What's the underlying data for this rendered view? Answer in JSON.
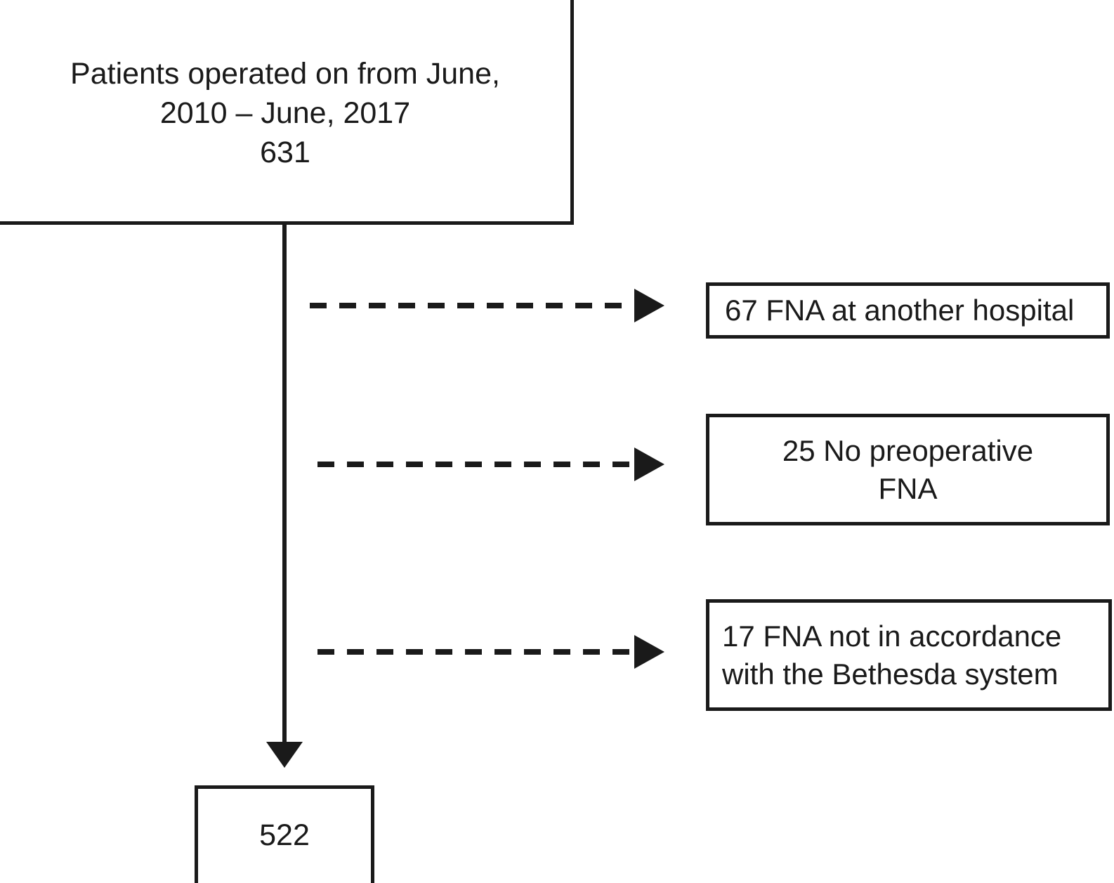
{
  "diagram": {
    "type": "patient-flow-consort",
    "title_text": "Patients operated on from June, 2010 – June, 2017",
    "source_box": {
      "name": "source-cohort",
      "text": "Patients operated on from June,\n2010 – June, 2017\n631",
      "count": 631,
      "period_start": "June, 2010",
      "period_end": "June, 2017"
    },
    "exclusions": [
      {
        "name": "fna-another-hospital",
        "text": "67 FNA at another hospital",
        "count": 67,
        "reason": "FNA at another hospital",
        "align": "left"
      },
      {
        "name": "no-preoperative-fna",
        "text": "25 No preoperative\nFNA",
        "count": 25,
        "reason": "No preoperative FNA",
        "align": "center"
      },
      {
        "name": "fna-not-bethesda",
        "text": "17 FNA not in accordance\nwith the Bethesda system",
        "count": 17,
        "reason": "FNA not in accordance with the Bethesda system",
        "align": "left"
      }
    ],
    "final_box": {
      "name": "included-cohort",
      "text": "522",
      "count": 522
    },
    "connectors": {
      "main_stem_label": "main-vertical-flow",
      "exclusion_arrow_style": "dashed",
      "main_arrow_style": "solid"
    },
    "colors": {
      "stroke": "#1a1a1a",
      "background": "#ffffff",
      "text": "#1a1a1a"
    }
  }
}
